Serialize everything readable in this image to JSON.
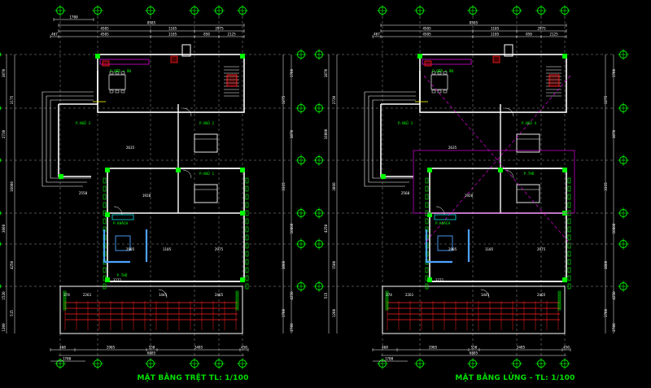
{
  "colors": {
    "background": "#000000",
    "wall": "#ffffff",
    "dimension": "#ffffff",
    "dim_text": "#ffffff",
    "grid_bubble": "#00ff00",
    "grid_line": "#ffffff",
    "green": "#00ff00",
    "red": "#ff2020",
    "magenta": "#ff00ff",
    "blue": "#4da3ff",
    "yellow": "#ffff00",
    "cyan": "#00ffff",
    "title": "#00e000"
  },
  "plans": [
    {
      "id": "ground-floor",
      "title": "MẶT BẰNG TRỆT TL: 1/100",
      "top_dims": {
        "overall": "8585",
        "row1": [
          "1700"
        ],
        "row2": [
          "4505",
          "1105",
          "2975"
        ],
        "row3": [
          "467",
          "4505",
          "1105",
          "850",
          "2125"
        ]
      },
      "bottom_dims": {
        "row1": [
          "468",
          "2905",
          "550",
          "3485",
          "450"
        ],
        "row2": [
          "6885"
        ],
        "row3": [
          "1700"
        ]
      },
      "left_dims": [
        "3870",
        "3175",
        "2720",
        "16000",
        "3860",
        "4250",
        "1520",
        "515",
        "1200"
      ],
      "right_dims": [
        "1700",
        "1275",
        "3870",
        "3315",
        "16000",
        "3860",
        "4250",
        "1700",
        "2700"
      ],
      "room_labels": [
        "P.BẾP + ĂN",
        "P.NGỦ 3",
        "P.NGỦ 2",
        "P.NGỦ 1",
        "P.KHÁCH",
        "P.THỜ"
      ],
      "inner_dims": [
        "2635",
        "1920",
        "2550",
        "2905",
        "1105",
        "2975",
        "3271",
        "1445",
        "2465",
        "374",
        "2261"
      ]
    },
    {
      "id": "mezzanine",
      "title": "MẶT BẰNG LỬNG - TL: 1/100",
      "top_dims": {
        "overall": "8585",
        "row1": [],
        "row2": [
          "4505",
          "1105",
          "2975"
        ],
        "row3": [
          "467",
          "4505",
          "1105",
          "850",
          "2125"
        ]
      },
      "bottom_dims": {
        "row1": [
          "468",
          "2905",
          "550",
          "3485",
          "450"
        ],
        "row2": [
          "6885"
        ],
        "row3": [
          "1700"
        ]
      },
      "left_dims": [
        "3870",
        "2720",
        "16000",
        "3860",
        "4250",
        "1580",
        "515",
        "1200"
      ],
      "right_dims": [
        "1700",
        "1275",
        "3870",
        "3315",
        "16000",
        "3860",
        "4250",
        "1700",
        "2700"
      ],
      "room_labels": [
        "P.BẾP + ĂN",
        "P.NGỦ 3",
        "P.NGỦ 4",
        "P.THỜ",
        "P.KHÁCH"
      ],
      "inner_dims": [
        "2635",
        "1920",
        "2560",
        "2905",
        "1105",
        "2975",
        "3271",
        "1445",
        "2465",
        "374",
        "2261"
      ]
    }
  ]
}
